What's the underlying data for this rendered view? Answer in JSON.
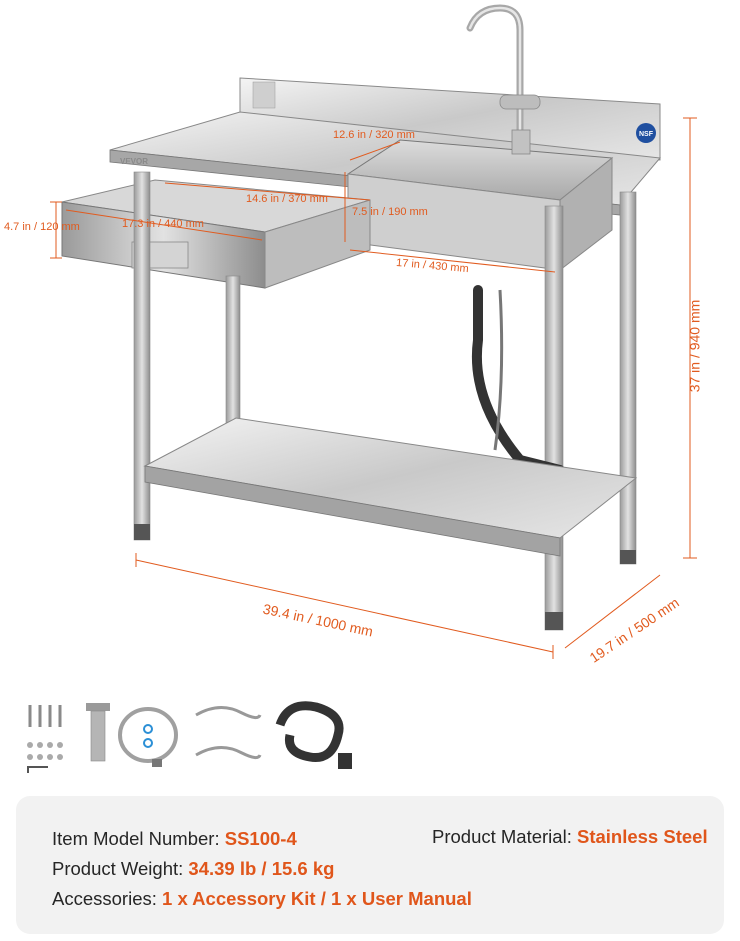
{
  "brand": "VEVOR",
  "certification_badge": "NSF",
  "dimensions": {
    "overall_width": "39.4 in / 1000 mm",
    "overall_depth": "19.7 in / 500 mm",
    "overall_height": "37 in / 940 mm",
    "sink_width": "12.6 in / 320 mm",
    "drawer_length": "14.6 in / 370 mm",
    "drawer_width": "17.3 in / 440 mm",
    "drawer_height": "4.7 in / 120 mm",
    "basin_depth": "7.5 in / 190 mm",
    "basin_length": "17 in / 430 mm"
  },
  "specs": {
    "model_label": "Item Model Number:",
    "model_value": "SS100-4",
    "material_label": "Product Material:",
    "material_value": "Stainless Steel",
    "weight_label": "Product Weight:",
    "weight_value": "34.39 lb / 15.6 kg",
    "accessories_label": "Accessories:",
    "accessories_value": "1 x Accessory Kit / 1 x User Manual"
  },
  "colors": {
    "accent": "#e0561b",
    "steel_light": "#e8e8e8",
    "steel_mid": "#b9b9b9",
    "steel_dark": "#7d7d7d",
    "panel_bg": "#f2f2f2"
  },
  "accessory_items": [
    "screw-set-icon",
    "drain-pipe-icon",
    "supply-hose-icon",
    "water-hoses-icon",
    "drain-hose-icon"
  ]
}
